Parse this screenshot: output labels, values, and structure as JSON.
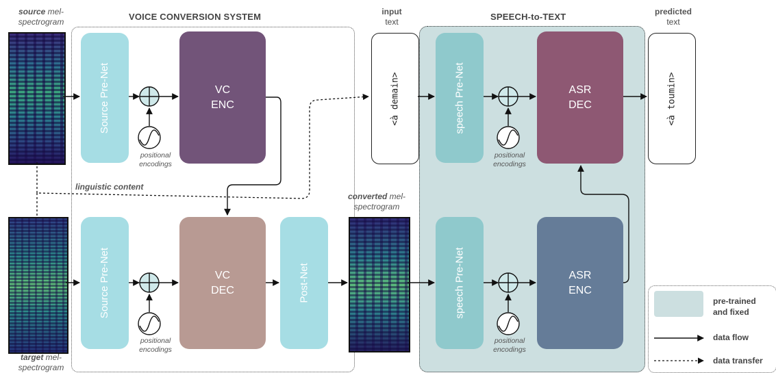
{
  "titles": {
    "vc_system": "VOICE CONVERSION SYSTEM",
    "speech_to_text": "SPEECH-to-TEXT"
  },
  "captions": {
    "source_bold": "source",
    "source_rest": " mel-",
    "source_line2": "spectrogram",
    "target_bold": "target",
    "target_rest": " mel-",
    "target_line2": "spectrogram",
    "converted_bold": "converted",
    "converted_rest": " mel-",
    "converted_line2": "spectrogram",
    "input_bold": "input",
    "input_line2": "text",
    "predicted_bold": "predicted",
    "predicted_line2": "text",
    "linguistic_content": "linguistic content",
    "positional_encodings": "positional\nencodings"
  },
  "blocks": {
    "source_prenet_top": "Source Pre-Net",
    "vc_enc": "VC\nENC",
    "source_prenet_bottom": "Source Pre-Net",
    "vc_dec": "VC\nDEC",
    "post_net": "Post-Net",
    "speech_prenet_top": "speech Pre-Net",
    "asr_dec": "ASR\nDEC",
    "speech_prenet_bottom": "speech Pre-Net",
    "asr_enc": "ASR\nENC"
  },
  "text_tokens": {
    "input": "<à demain>",
    "predicted": "<à toumin>"
  },
  "legend": {
    "pretrained": "pre-trained\nand fixed",
    "data_flow": "data flow",
    "data_transfer": "data transfer"
  },
  "colors": {
    "prenet": "#a6dde4",
    "vc_enc": "#725479",
    "vc_dec": "#b89a93",
    "post_net": "#a6dde4",
    "speech_prenet": "#8fc9cc",
    "asr_dec": "#8e5873",
    "asr_enc": "#657c98",
    "stt_panel": "#ccdfe0",
    "adder": "#cfe9ea"
  }
}
